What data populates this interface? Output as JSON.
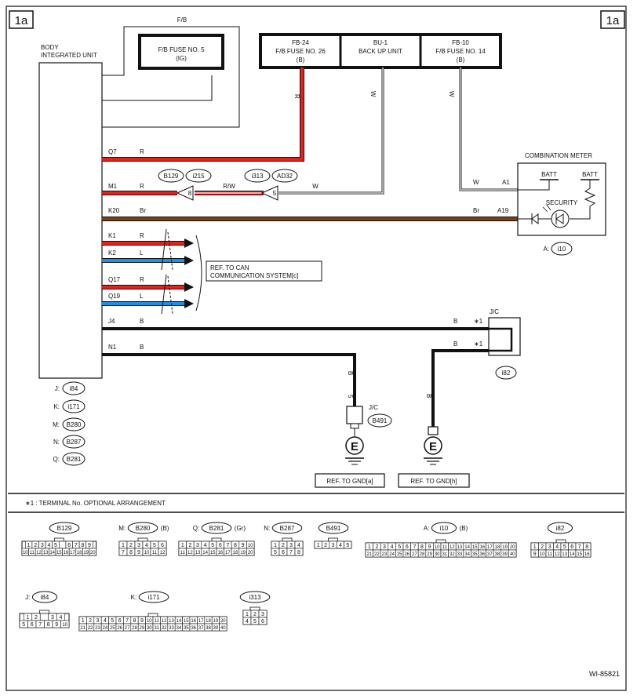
{
  "page_tag": "1a",
  "figure_id": "WI-85821",
  "footnote": "∗1  : TERMINAL No. OPTIONAL ARRANGEMENT",
  "colors": {
    "red": "#e8201c",
    "blue": "#1f8ee6",
    "brown": "#7d3f1a",
    "black": "#111111"
  },
  "bcm": {
    "title_line1": "BODY",
    "title_line2": "INTEGRATED UNIT"
  },
  "fb_label": "F/B",
  "fuse_ig": {
    "line1": "F/B FUSE NO. 5",
    "line2": "(IG)"
  },
  "power_boxes": [
    {
      "line1": "FB-24",
      "line2": "F/B FUSE NO. 26",
      "line3": "(B)"
    },
    {
      "line1": "BU-1",
      "line2": "BACK UP UNIT",
      "line3": ""
    },
    {
      "line1": "FB-10",
      "line2": "F/B FUSE NO. 14",
      "line3": "(B)"
    }
  ],
  "vertical_wire_labels": [
    "R",
    "W",
    "W"
  ],
  "wires": [
    {
      "pin": "Q7",
      "color": "R"
    },
    {
      "pin": "M1",
      "color": "R",
      "mid_color": "R/W",
      "end_color": "W"
    },
    {
      "pin": "K20",
      "color": "Br",
      "end_color": "Br"
    },
    {
      "pin": "K1",
      "color": "R"
    },
    {
      "pin": "K2",
      "color": "L"
    },
    {
      "pin": "Q17",
      "color": "R"
    },
    {
      "pin": "Q19",
      "color": "L"
    },
    {
      "pin": "J4",
      "color": "B",
      "end_color": "B",
      "mark": "∗1"
    },
    {
      "pin": "N1",
      "color": "B",
      "end_color": "B",
      "mark": "∗1"
    }
  ],
  "connectors_m1": [
    "B129",
    "i215",
    "i313",
    "AD32"
  ],
  "connector_pins_m1": [
    "8",
    "5"
  ],
  "can_ref": {
    "line1": "REF. TO CAN",
    "line2": "COMMUNICATION SYSTEM[c]"
  },
  "meter": {
    "title": "COMBINATION METER",
    "batt1": "BATT",
    "batt2": "BATT",
    "security": "SECURITY",
    "pin_a1": "A1",
    "pin_a19": "A19",
    "connector_prefix": "A:",
    "connector": "i10"
  },
  "jc_top": {
    "label": "J/C",
    "connector": "i82"
  },
  "ground_left": {
    "wire": "B",
    "pin": "5",
    "jc": "J/C",
    "connector": "B491",
    "symbol": "E",
    "ref": "REF. TO GND[a]"
  },
  "ground_right": {
    "wire": "B",
    "symbol": "E",
    "ref": "REF. TO GND[h]"
  },
  "bcm_connectors": [
    {
      "prefix": "J:",
      "name": "i84"
    },
    {
      "prefix": "K:",
      "name": "i171"
    },
    {
      "prefix": "M:",
      "name": "B280"
    },
    {
      "prefix": "N:",
      "name": "B287"
    },
    {
      "prefix": "Q:",
      "name": "B281"
    }
  ],
  "connector_faces": [
    {
      "name": "B129",
      "prefix": "",
      "suffix": "",
      "top": [
        "1",
        "2",
        "3",
        "4",
        "5",
        "",
        "6",
        "7",
        "8",
        "9"
      ],
      "bottom": [
        "10",
        "11",
        "12",
        "13",
        "14",
        "15",
        "16",
        "17",
        "18",
        "19",
        "20"
      ]
    },
    {
      "name": "B280",
      "prefix": "M:",
      "suffix": "(B)",
      "top": [
        "1",
        "2",
        "3",
        "4",
        "5",
        "6"
      ],
      "bottom": [
        "7",
        "8",
        "9",
        "10",
        "11",
        "12"
      ]
    },
    {
      "name": "B281",
      "prefix": "Q:",
      "suffix": "(Gr)",
      "top": [
        "1",
        "2",
        "3",
        "4",
        "5",
        "6",
        "7",
        "8",
        "9",
        "10"
      ],
      "bottom": [
        "11",
        "12",
        "13",
        "14",
        "15",
        "16",
        "17",
        "18",
        "19",
        "20"
      ]
    },
    {
      "name": "B287",
      "prefix": "N:",
      "suffix": "",
      "top": [
        "1",
        "2",
        "3",
        "4"
      ],
      "bottom": [
        "5",
        "6",
        "7",
        "8"
      ]
    },
    {
      "name": "B491",
      "prefix": "",
      "suffix": "",
      "top": [
        "1",
        "2",
        "3",
        "4",
        "5"
      ],
      "bottom": []
    },
    {
      "name": "i10",
      "prefix": "A:",
      "suffix": "(B)",
      "top": [
        "1",
        "2",
        "3",
        "4",
        "5",
        "6",
        "7",
        "8",
        "9",
        "10",
        "11",
        "12",
        "13",
        "14",
        "15",
        "16",
        "17",
        "18",
        "19",
        "20"
      ],
      "bottom": [
        "21",
        "22",
        "23",
        "24",
        "25",
        "26",
        "27",
        "28",
        "29",
        "30",
        "31",
        "32",
        "33",
        "34",
        "35",
        "36",
        "37",
        "38",
        "39",
        "40"
      ]
    },
    {
      "name": "i82",
      "prefix": "",
      "suffix": "",
      "top": [
        "1",
        "2",
        "3",
        "4",
        "5",
        "6",
        "7",
        "8"
      ],
      "bottom": [
        "9",
        "10",
        "11",
        "12",
        "13",
        "14",
        "15",
        "16"
      ]
    },
    {
      "name": "i84",
      "prefix": "J:",
      "suffix": "",
      "top": [
        "1",
        "2",
        "",
        "3",
        "4"
      ],
      "bottom": [
        "5",
        "6",
        "7",
        "8",
        "9",
        "10"
      ]
    },
    {
      "name": "i171",
      "prefix": "K:",
      "suffix": "",
      "top": [
        "1",
        "2",
        "3",
        "4",
        "5",
        "6",
        "7",
        "8",
        "9",
        "10",
        "11",
        "12",
        "13",
        "14",
        "15",
        "16",
        "17",
        "18",
        "19",
        "20"
      ],
      "bottom": [
        "21",
        "22",
        "23",
        "24",
        "25",
        "26",
        "27",
        "28",
        "29",
        "30",
        "31",
        "32",
        "33",
        "34",
        "35",
        "36",
        "37",
        "38",
        "39",
        "40"
      ]
    },
    {
      "name": "i313",
      "prefix": "",
      "suffix": "",
      "top": [
        "1",
        "2",
        "3"
      ],
      "bottom": [
        "4",
        "5",
        "6"
      ]
    }
  ]
}
